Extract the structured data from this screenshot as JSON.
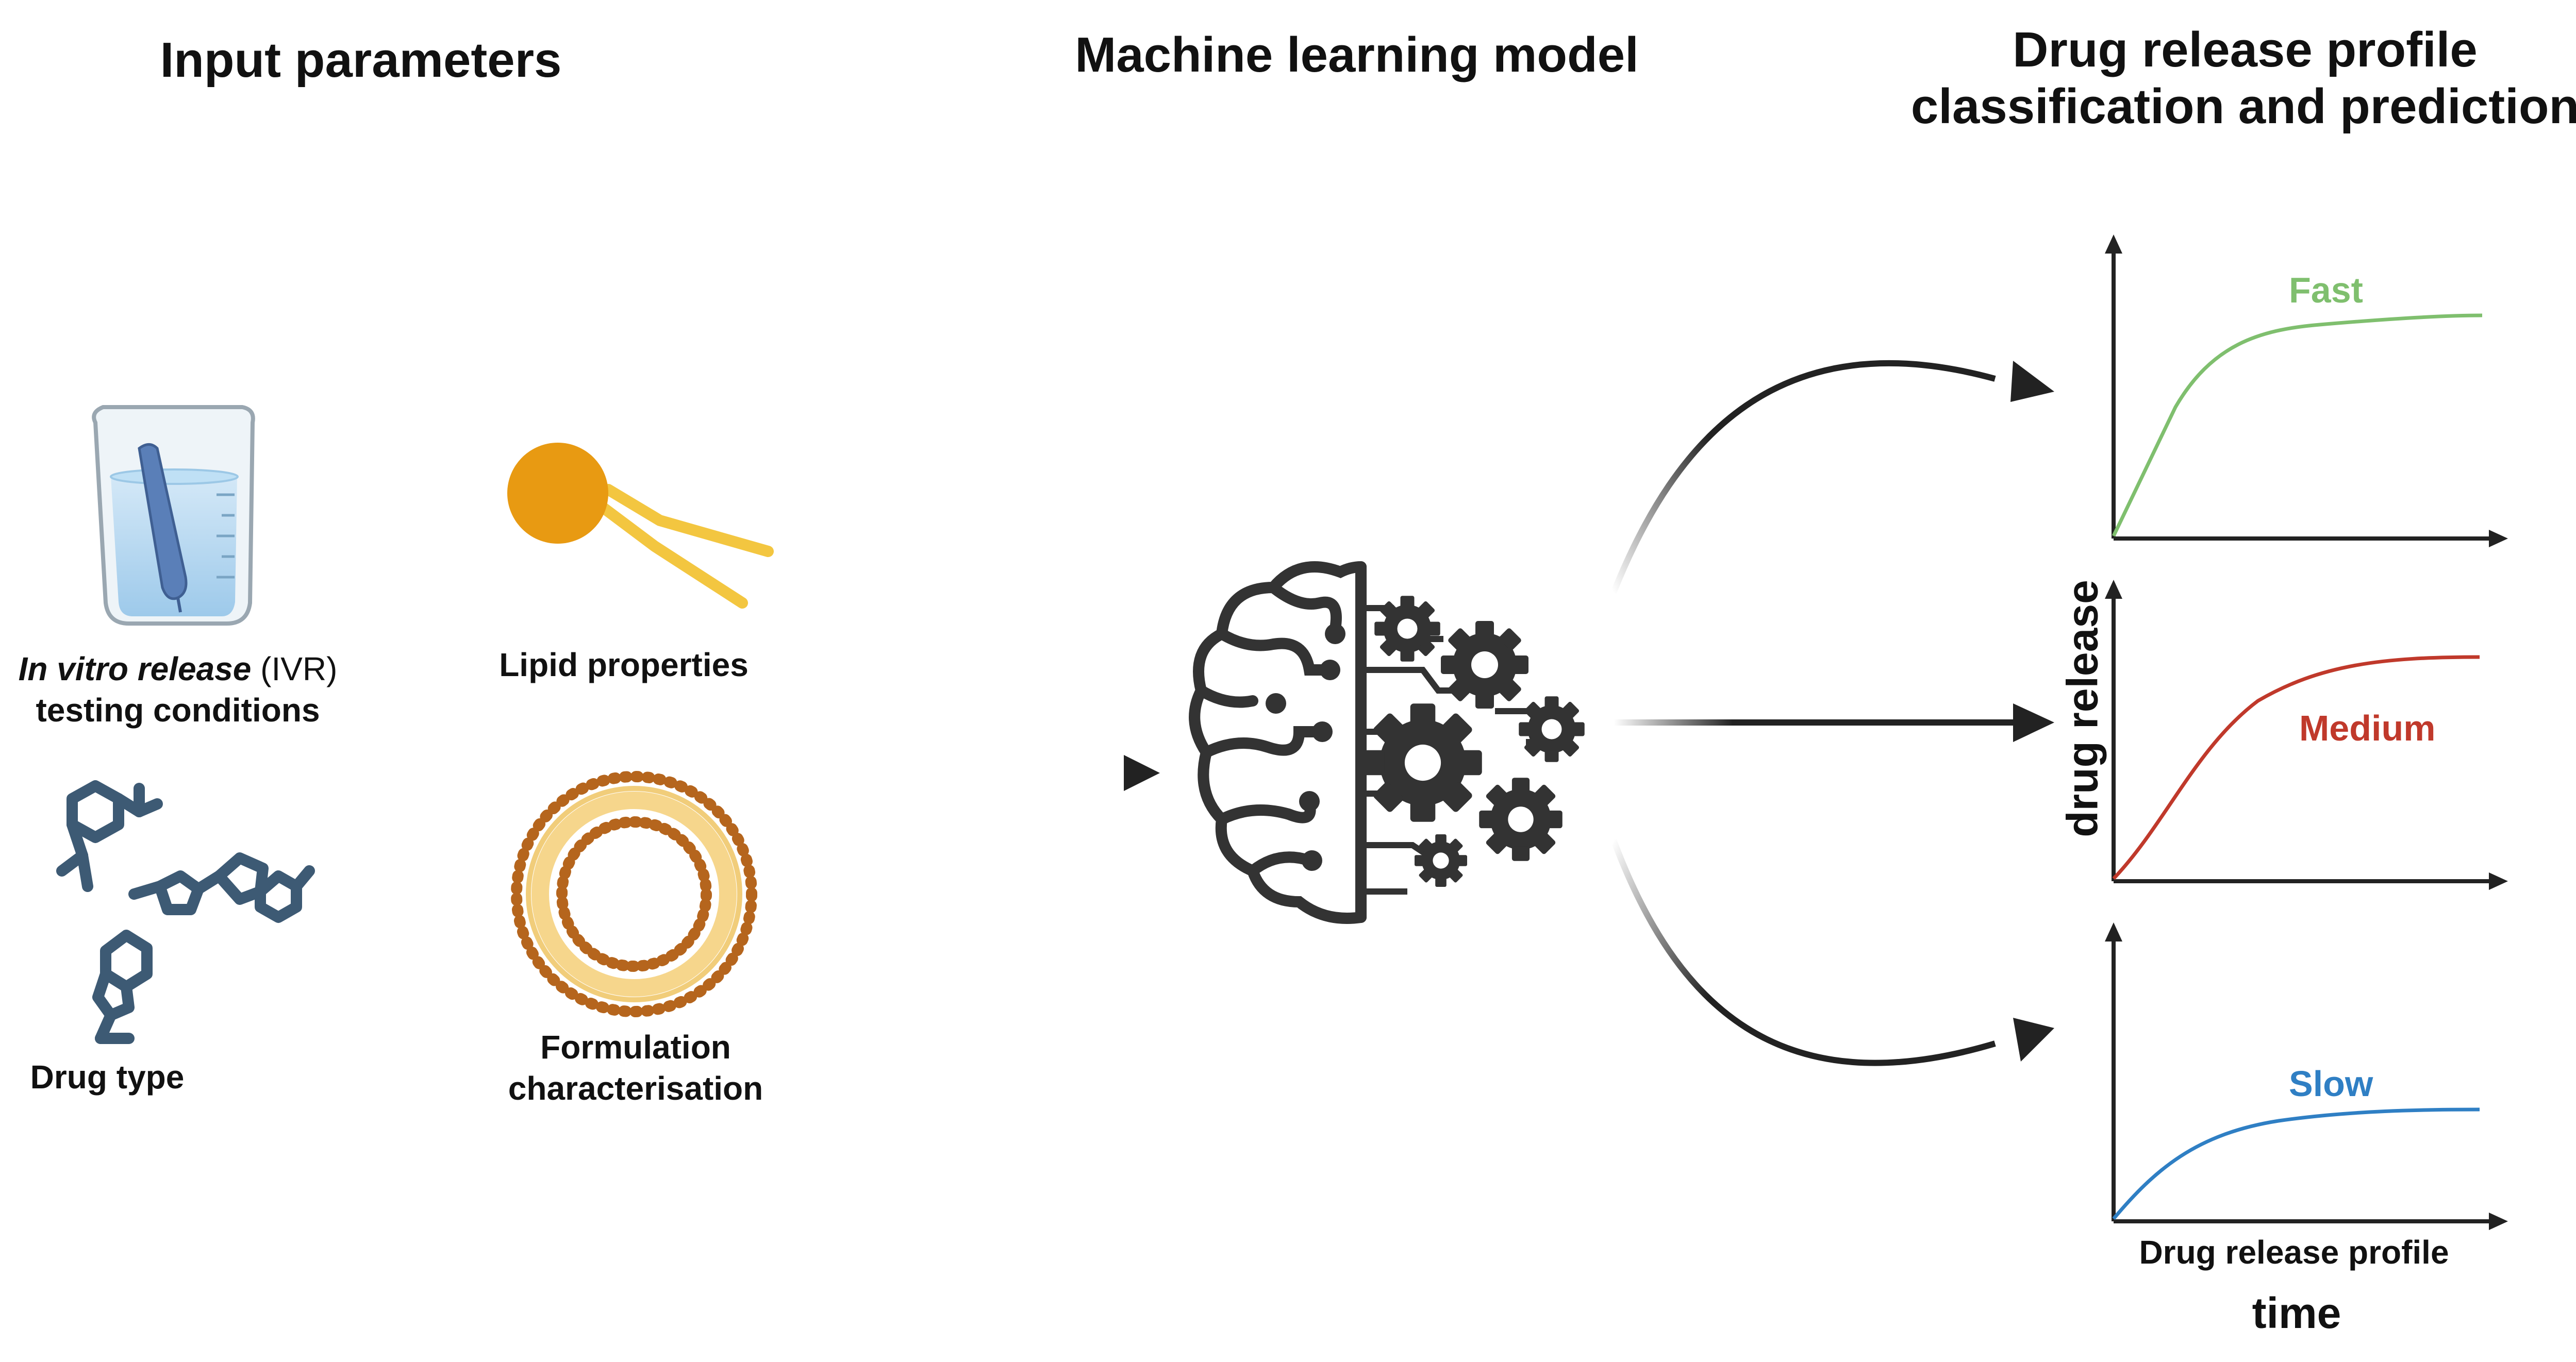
{
  "headers": {
    "input": "Input parameters",
    "model": "Machine learning model",
    "output_line1": "Drug release profile",
    "output_line2": "classification and prediction"
  },
  "inputs": {
    "ivr_italic": "In vitro release",
    "ivr_rest": " (IVR)",
    "ivr_line2": "testing conditions",
    "lipid": "Lipid properties",
    "drug": "Drug type",
    "formulation_line1": "Formulation",
    "formulation_line2": "characterisation"
  },
  "charts": {
    "y_axis_label": "drug release",
    "x_axis_label": "time",
    "bottom_caption": "Drug release profile",
    "fast": {
      "label": "Fast",
      "color": "#7fbf6e"
    },
    "medium": {
      "label": "Medium",
      "color": "#c0392b"
    },
    "slow": {
      "label": "Slow",
      "color": "#2f7fc4"
    }
  },
  "colors": {
    "arrow": "#222222",
    "lipid_head": "#e89a12",
    "lipid_tail": "#f3c640",
    "drug": "#3d5a74",
    "brain": "#333333"
  }
}
